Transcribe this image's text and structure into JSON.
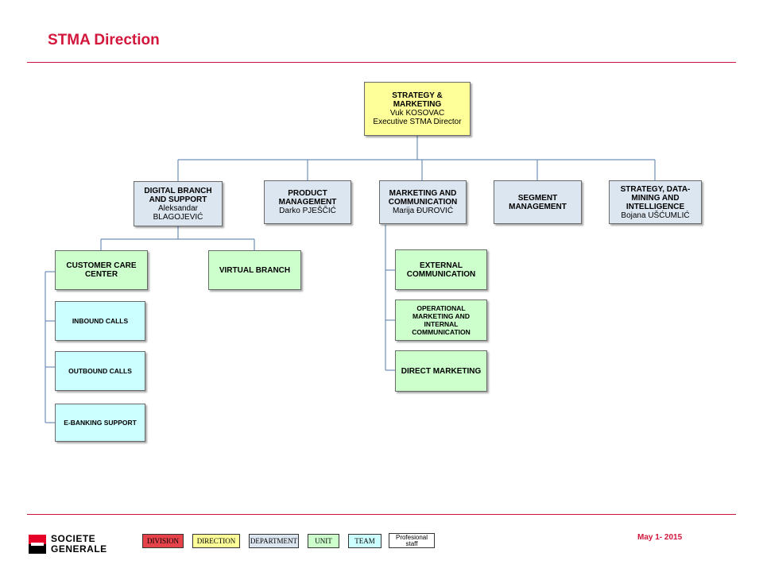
{
  "header": {
    "title": "STMA Direction"
  },
  "org": {
    "root": {
      "name": "STRATEGY &\nMARKETING",
      "person": "Vuk KOSOVAC\nExecutive STMA Director"
    },
    "digital_branch": {
      "name": "DIGITAL BRANCH\nAND SUPPORT",
      "person": "Aleksandar\nBLAGOJEVIĆ"
    },
    "product_management": {
      "name": "PRODUCT\nMANAGEMENT",
      "person": "Darko PJEŠČIĆ"
    },
    "marketing_communication": {
      "name": "MARKETING AND\nCOMMUNICATION",
      "person": "Marija ĐUROVIĆ"
    },
    "segment_management": {
      "name": "SEGMENT\nMANAGEMENT"
    },
    "strategy_data": {
      "name": "STRATEGY, DATA-\nMINING AND\nINTELLIGENCE",
      "person": "Bojana UŠĆUMLIĆ"
    },
    "customer_care": {
      "name": "CUSTOMER CARE\nCENTER"
    },
    "virtual_branch": {
      "name": "VIRTUAL BRANCH"
    },
    "inbound_calls": {
      "name": "INBOUND CALLS"
    },
    "outbound_calls": {
      "name": "OUTBOUND CALLS"
    },
    "ebanking_support": {
      "name": "E-BANKING SUPPORT"
    },
    "external_communication": {
      "name": "EXTERNAL\nCOMMUNICATION"
    },
    "operational_marketing": {
      "name": "OPERATIONAL\nMARKETING AND\nINTERNAL\nCOMMUNICATION"
    },
    "direct_marketing": {
      "name": "DIRECT MARKETING"
    }
  },
  "legend": {
    "division": "Division",
    "direction": "Direction",
    "department": "Department",
    "unit": "Unit",
    "team": "Team",
    "staff": "Profesional\nstaff"
  },
  "colors": {
    "brand_red": "#d3163b",
    "division": "#e6424a",
    "direction": "#ffff99",
    "department": "#dce6f1",
    "unit": "#ccffcc",
    "team": "#ccffff"
  },
  "footer": {
    "logo_line1": "SOCIETE",
    "logo_line2": "GENERALE",
    "date": "May 1- 2015"
  }
}
